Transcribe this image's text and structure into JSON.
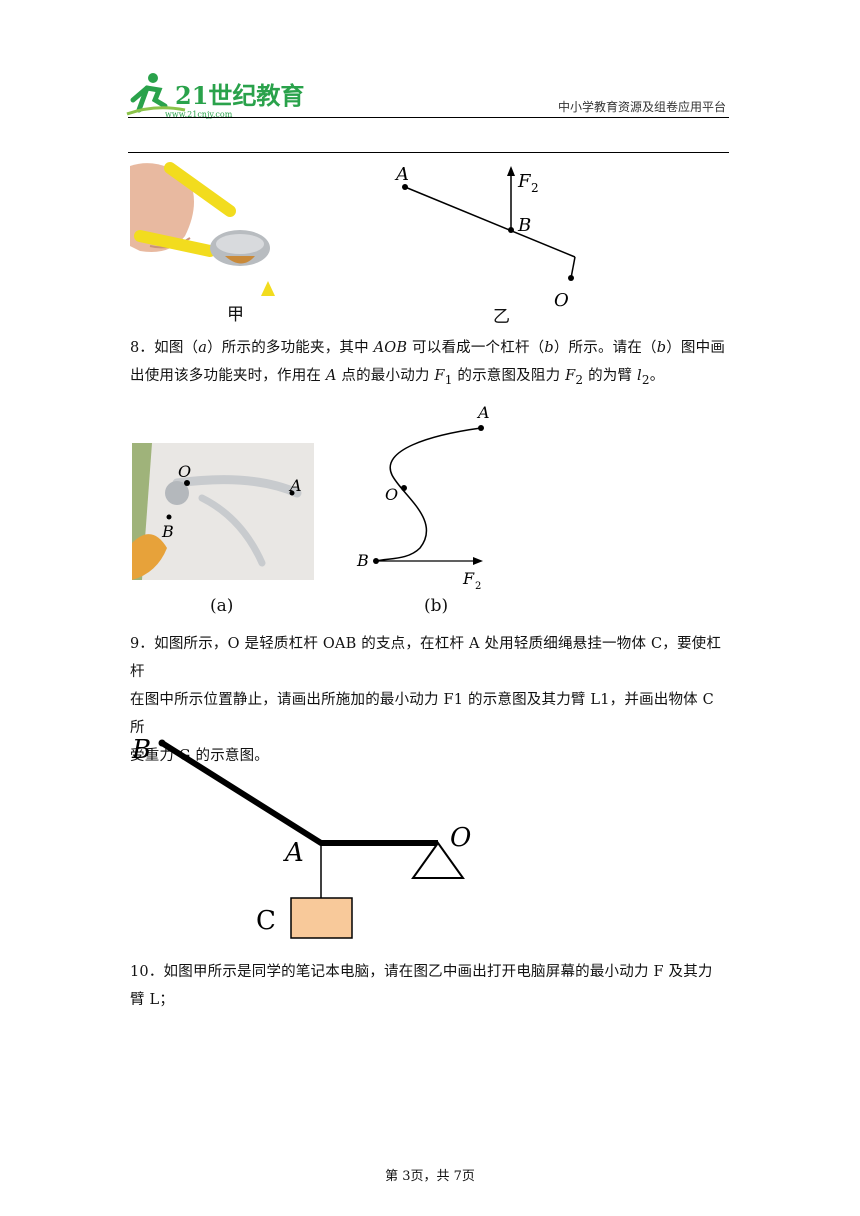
{
  "header": {
    "logo_text": "21世纪教育",
    "logo_url_text": "www.21cnjy.com",
    "platform": "中小学教育资源及组卷应用平台"
  },
  "fig7": {
    "caption_left": "甲",
    "caption_right": "乙",
    "label_A": "A",
    "label_B": "B",
    "label_O": "O",
    "label_F": "F",
    "label_F_sub": "2"
  },
  "q8": {
    "number": "8．",
    "text_parts": [
      "如图（",
      "a",
      "）所示的多功能夹，其中 ",
      "AOB",
      " 可以看成一个杠杆（",
      "b",
      "）所示。请在（",
      "b",
      "）图中画"
    ],
    "line2_parts": [
      "出使用该多功能夹时，作用在 ",
      "A",
      " 点的最小动力 ",
      "F",
      "1",
      " 的示意图及阻力 ",
      "F",
      "2",
      " 的为臂 ",
      "l",
      "2",
      "。"
    ],
    "caption_a": "(a)",
    "caption_b": "(b)",
    "photo_O": "O",
    "photo_A": "A",
    "photo_B": "B",
    "label_A": "A",
    "label_O": "O",
    "label_B": "B",
    "label_F": "F",
    "label_F_sub": "2"
  },
  "q9": {
    "line1": "9．如图所示，O 是轻质杠杆 OAB 的支点，在杠杆 A 处用轻质细绳悬挂一物体 C，要使杠杆",
    "line2": "在图中所示位置静止，请画出所施加的最小动力 F1 的示意图及其力臂 L1，并画出物体 C 所",
    "line3": "受重力 G 的示意图。",
    "label_B": "B",
    "label_A": "A",
    "label_O": "O",
    "label_C": "C",
    "box_color": "#F8C99A"
  },
  "q10": {
    "line1": "10．如图甲所示是同学的笔记本电脑，请在图乙中画出打开电脑屏幕的最小动力 F 及其力",
    "line2": "臂 L；"
  },
  "footer": {
    "text": "第 3页，共 7页"
  }
}
